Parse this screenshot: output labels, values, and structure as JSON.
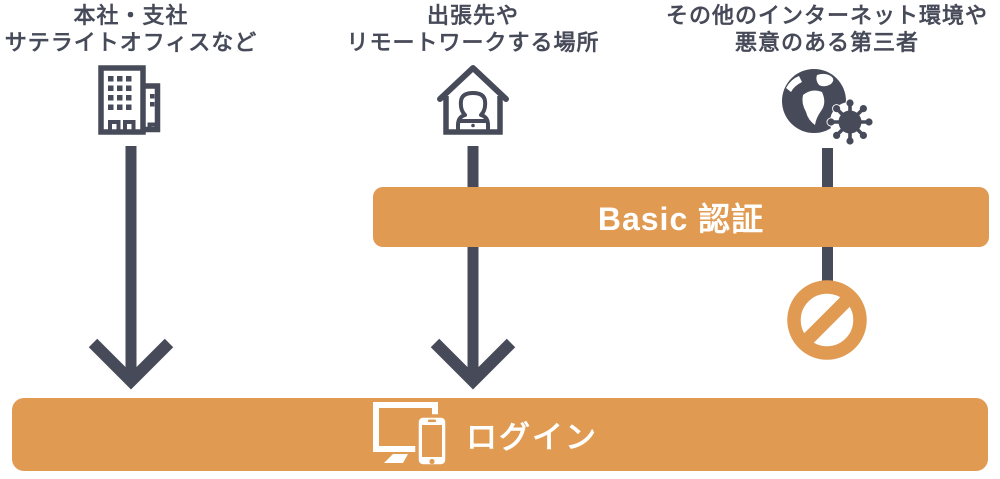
{
  "diagram": {
    "columns": [
      {
        "line1": "本社・支社",
        "line2": "サテライトオフィスなど",
        "icon": "office-building-icon"
      },
      {
        "line1": "出張先や",
        "line2": "リモートワークする場所",
        "icon": "home-remote-work-icon"
      },
      {
        "line1": "その他のインターネット環境や",
        "line2": "悪意のある第三者",
        "icon": "globe-malware-icon"
      }
    ],
    "auth_bar": {
      "label": "Basic 認証"
    },
    "login_bar": {
      "label": "ログイン",
      "icon": "devices-icon"
    },
    "blocked": {
      "icon": "prohibition-icon"
    },
    "colors": {
      "accent": "#E09A52",
      "dark": "#474B59",
      "white": "#FFFFFF"
    }
  }
}
